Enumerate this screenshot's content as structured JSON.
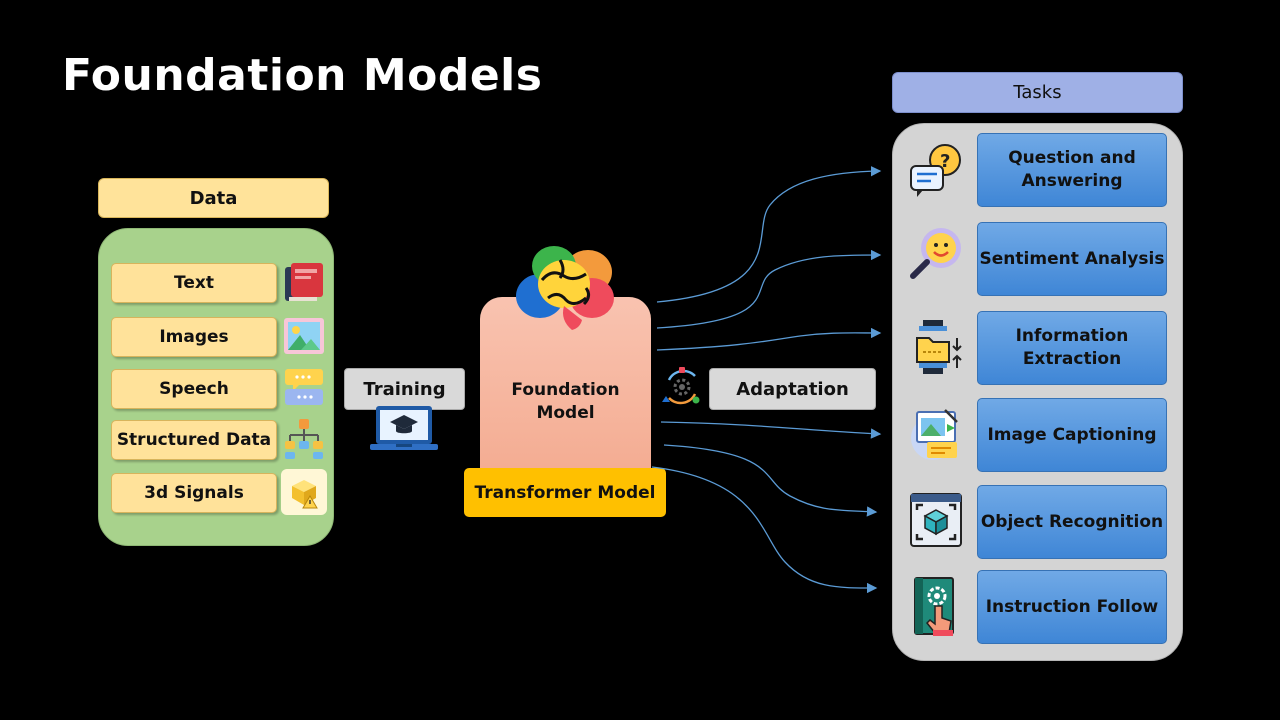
{
  "title": "Foundation Models",
  "data_section": {
    "header": "Data",
    "items": [
      {
        "label": "Text",
        "icon": "book-icon"
      },
      {
        "label": "Images",
        "icon": "image-icon"
      },
      {
        "label": "Speech",
        "icon": "speech-bubbles-icon"
      },
      {
        "label": "Structured Data",
        "icon": "hierarchy-icon"
      },
      {
        "label": "3d Signals",
        "icon": "3d-cube-icon"
      }
    ]
  },
  "training": {
    "label": "Training",
    "icon": "laptop-graduation-cap-icon"
  },
  "foundation_model": {
    "label_line1": "Foundation",
    "label_line2": "Model",
    "icon": "colorful-brain-icon"
  },
  "transformer": {
    "label": "Transformer Model"
  },
  "adaptation": {
    "label": "Adaptation",
    "icon": "gear-cycle-icon"
  },
  "tasks_section": {
    "header": "Tasks",
    "items": [
      {
        "label_line1": "Question and",
        "label_line2": "Answering",
        "icon": "question-chat-icon"
      },
      {
        "label_line1": "Sentiment Analysis",
        "label_line2": "",
        "icon": "smiley-magnifier-icon"
      },
      {
        "label_line1": "Information",
        "label_line2": "Extraction",
        "icon": "folder-extract-icon"
      },
      {
        "label_line1": "Image Captioning",
        "label_line2": "",
        "icon": "image-caption-icon"
      },
      {
        "label_line1": "Object Recognition",
        "label_line2": "",
        "icon": "object-scan-icon"
      },
      {
        "label_line1": "Instruction Follow",
        "label_line2": "",
        "icon": "manual-touch-icon"
      }
    ]
  },
  "colors": {
    "background": "#000000",
    "data_panel": "#a8d28c",
    "data_item": "#ffe29a",
    "foundation_box": "#f6b29b",
    "transformer_box": "#ffc000",
    "tasks_panel": "#d4d4d4",
    "task_button": "#5b9bd5",
    "tasks_header": "#9fb0e6",
    "arrow": "#5b9bd5"
  }
}
